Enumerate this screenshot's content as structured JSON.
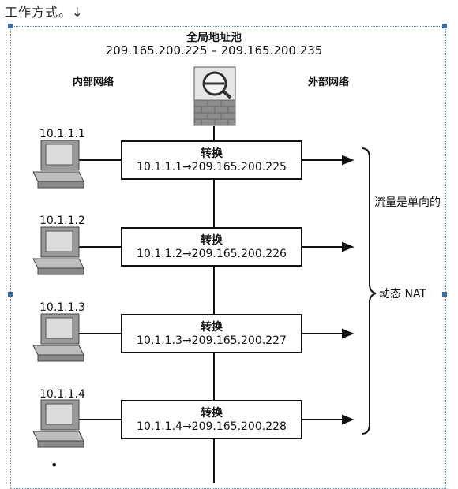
{
  "document": {
    "text": "工作方式。↓"
  },
  "diagram": {
    "pool_title": "全局地址池",
    "pool_range": "209.165.200.225 – 209.165.200.235",
    "inside_label": "内部网络",
    "outside_label": "外部网络",
    "hosts": [
      {
        "ip": "10.1.1.1",
        "box_title": "转换",
        "mapping": "10.1.1.1→209.165.200.225"
      },
      {
        "ip": "10.1.1.2",
        "box_title": "转换",
        "mapping": "10.1.1.2→209.165.200.226"
      },
      {
        "ip": "10.1.1.3",
        "box_title": "转换",
        "mapping": "10.1.1.3→209.165.200.227"
      },
      {
        "ip": "10.1.1.4",
        "box_title": "转换",
        "mapping": "10.1.1.4→209.165.200.228"
      }
    ],
    "bracket_text_top": "流量是单向的",
    "bracket_text_bottom": "动态 NAT",
    "continuation": "•"
  },
  "icons": {
    "firewall": "firewall-icon",
    "computer": "computer-icon"
  }
}
